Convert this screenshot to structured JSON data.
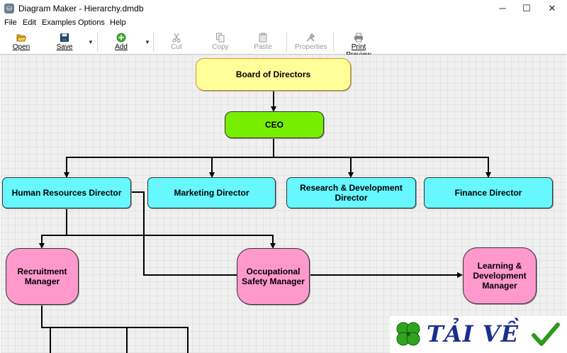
{
  "window": {
    "title": "Diagram Maker - Hierarchy.dmdb",
    "minimize": "─",
    "maximize": "☐",
    "close": "✕"
  },
  "menu": [
    "File",
    "Edit",
    "Examples",
    "Options",
    "Help"
  ],
  "toolbar": {
    "open": "Open",
    "save": "Save",
    "add": "Add",
    "cut": "Cut",
    "copy": "Copy",
    "paste": "Paste",
    "properties": "Properties",
    "print_preview": "Print Preview"
  },
  "diagram": {
    "board": "Board of Directors",
    "ceo": "CEO",
    "hr": "Human Resources Director",
    "marketing": "Marketing Director",
    "rnd": "Research & Development Director",
    "finance": "Finance Director",
    "recruitment": "Recruitment Manager",
    "safety": "Occupational Safety Manager",
    "learning": "Learning & Development Manager"
  },
  "watermark": {
    "text": "TẢI VỀ"
  },
  "colors": {
    "board_fill": "#ffff99",
    "ceo_fill": "#77ee00",
    "director_fill": "#66f7ff",
    "manager_fill": "#ff99cc"
  }
}
